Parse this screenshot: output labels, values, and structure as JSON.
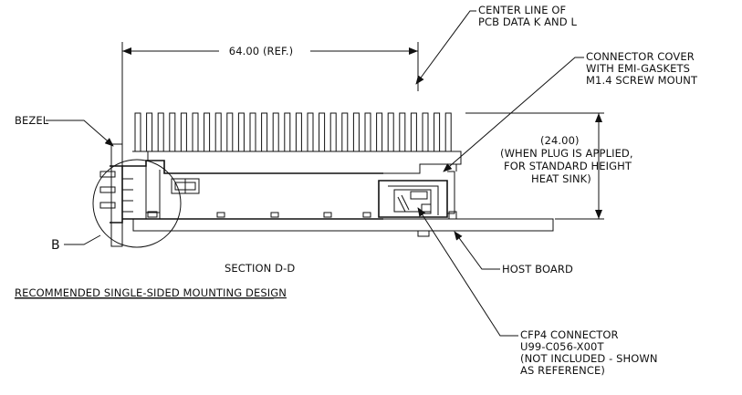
{
  "labels": {
    "center_line_1": "CENTER LINE OF",
    "center_line_2": "PCB DATA K AND L",
    "dim_64": "64.00 (REF.)",
    "cover_1": "CONNECTOR COVER",
    "cover_2": "WITH EMI-GASKETS",
    "cover_3": "M1.4 SCREW MOUNT",
    "bezel": "BEZEL",
    "dim_24": "(24.00)",
    "note_1": "(WHEN PLUG IS APPLIED,",
    "note_2": "FOR STANDARD HEIGHT",
    "note_3": "HEAT SINK)",
    "detail_b": "B",
    "section": "SECTION D-D",
    "host_board": "HOST BOARD",
    "design_title": "RECOMMENDED SINGLE-SIDED MOUNTING DESIGN",
    "conn_1": "CFP4 CONNECTOR",
    "conn_2": "U99-C056-X00T",
    "conn_3": "(NOT INCLUDED - SHOWN",
    "conn_4": "AS REFERENCE)"
  }
}
